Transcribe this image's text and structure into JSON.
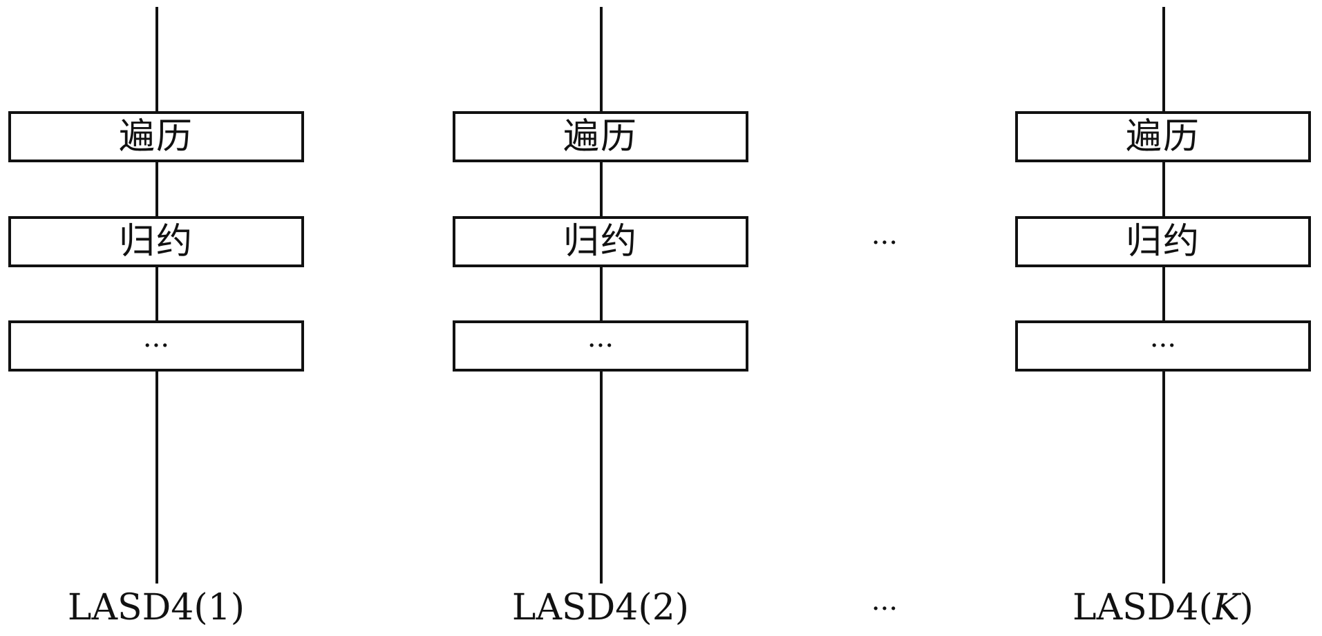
{
  "columns": [
    {
      "steps": [
        "遍历",
        "归约",
        "···"
      ],
      "label_prefix": "LASD4(",
      "label_arg": "1",
      "label_suffix": ")"
    },
    {
      "steps": [
        "遍历",
        "归约",
        "···"
      ],
      "label_prefix": "LASD4(",
      "label_arg": "2",
      "label_suffix": ")"
    },
    {
      "steps": [
        "遍历",
        "归约",
        "···"
      ],
      "label_prefix": "LASD4(",
      "label_arg": "K",
      "label_suffix": ")"
    }
  ],
  "between_columns_ellipsis": "···",
  "between_labels_ellipsis": "···"
}
